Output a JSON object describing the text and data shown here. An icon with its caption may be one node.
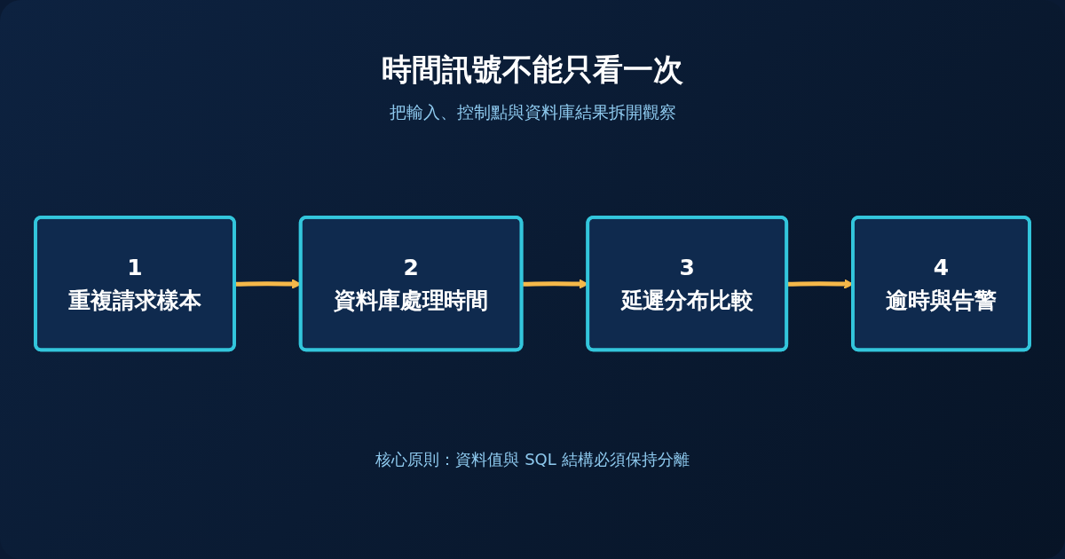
{
  "diagram": {
    "title": "時間訊號不能只看一次",
    "nodes": [
      {
        "text": [
          "1",
          "重複請求樣本"
        ]
      },
      {
        "text": [
          "2",
          "資料庫處理時間"
        ]
      },
      {
        "text": [
          "3",
          "延遲分布比較"
        ]
      },
      {
        "text": [
          "4",
          "逾時與告警"
        ]
      }
    ],
    "edges": [
      {
        "from": 0,
        "to": 1,
        "arrow": "to"
      },
      {
        "from": 1,
        "to": 2,
        "arrow": "to"
      },
      {
        "from": 2,
        "to": 3,
        "arrow": "to"
      }
    ],
    "labels": [
      "把輸入、控制點與資料庫結果拆開觀察",
      "核心原則：資料值與 SQL 結構必須保持分離"
    ]
  }
}
